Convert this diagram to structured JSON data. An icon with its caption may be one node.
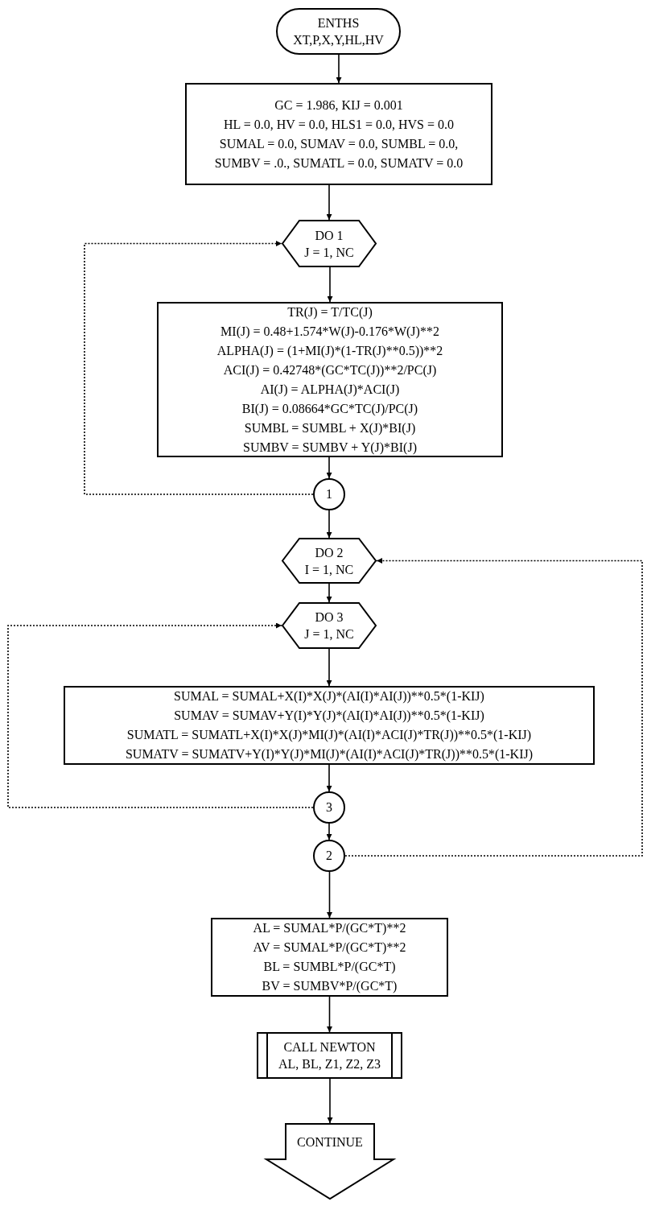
{
  "diagram": {
    "nodes": [
      {
        "text": [
          "ENTHS",
          "XT,P,X,Y,HL,HV"
        ]
      },
      {
        "text": [
          "GC = 1.986, KIJ = 0.001",
          "HL  = 0.0, HV = 0.0, HLS1 = 0.0, HVS = 0.0",
          "SUMAL = 0.0, SUMAV = 0.0, SUMBL = 0.0,",
          "SUMBV = .0., SUMATL = 0.0, SUMATV = 0.0"
        ]
      },
      {
        "text": [
          "DO 1",
          "J = 1, NC"
        ]
      },
      {
        "text": [
          "TR(J) = T/TC(J)",
          "MI(J) = 0.48+1.574*W(J)-0.176*W(J)**2",
          "ALPHA(J) = (1+MI(J)*(1-TR(J)**0.5))**2",
          "ACI(J) = 0.42748*(GC*TC(J))**2/PC(J)",
          "AI(J) = ALPHA(J)*ACI(J)",
          "BI(J) = 0.08664*GC*TC(J)/PC(J)",
          "SUMBL = SUMBL + X(J)*BI(J)",
          "SUMBV = SUMBV + Y(J)*BI(J)"
        ]
      },
      {
        "text": [
          "1"
        ]
      },
      {
        "text": [
          "DO 2",
          "I = 1, NC"
        ]
      },
      {
        "text": [
          "DO 3",
          "J = 1, NC"
        ]
      },
      {
        "text": [
          "SUMAL = SUMAL+X(I)*X(J)*(AI(I)*AI(J))**0.5*(1-KIJ)",
          "SUMAV = SUMAV+Y(I)*Y(J)*(AI(I)*AI(J))**0.5*(1-KIJ)",
          "SUMATL = SUMATL+X(I)*X(J)*MI(J)*(AI(I)*ACI(J)*TR(J))**0.5*(1-KIJ)",
          "SUMATV = SUMATV+Y(I)*Y(J)*MI(J)*(AI(I)*ACI(J)*TR(J))**0.5*(1-KIJ)"
        ]
      },
      {
        "text": [
          "3"
        ]
      },
      {
        "text": [
          "2"
        ]
      },
      {
        "text": [
          "AL = SUMAL*P/(GC*T)**2",
          "AV = SUMAL*P/(GC*T)**2",
          "BL = SUMBL*P/(GC*T)",
          "BV = SUMBV*P/(GC*T)"
        ]
      },
      {
        "text": [
          "CALL NEWTON",
          "AL, BL, Z1, Z2, Z3"
        ]
      },
      {
        "text": [
          "CONTINUE"
        ]
      }
    ],
    "edges": [
      {
        "from": 0,
        "to": 1,
        "arrow": "to"
      },
      {
        "from": 1,
        "to": 2,
        "arrow": "to"
      },
      {
        "from": 2,
        "to": 3,
        "arrow": "to"
      },
      {
        "from": 3,
        "to": 4,
        "arrow": "to"
      },
      {
        "from": 4,
        "to": 2,
        "arrow": "to",
        "style": "dashed"
      },
      {
        "from": 4,
        "to": 5,
        "arrow": "to"
      },
      {
        "from": 5,
        "to": 6,
        "arrow": "to"
      },
      {
        "from": 6,
        "to": 7,
        "arrow": "to"
      },
      {
        "from": 7,
        "to": 8,
        "arrow": "to"
      },
      {
        "from": 8,
        "to": 6,
        "arrow": "to",
        "style": "dashed"
      },
      {
        "from": 8,
        "to": 9,
        "arrow": "to"
      },
      {
        "from": 9,
        "to": 5,
        "arrow": "to",
        "style": "dashed"
      },
      {
        "from": 9,
        "to": 10,
        "arrow": "to"
      },
      {
        "from": 10,
        "to": 11,
        "arrow": "to"
      },
      {
        "from": 11,
        "to": 12,
        "arrow": "to"
      }
    ]
  }
}
